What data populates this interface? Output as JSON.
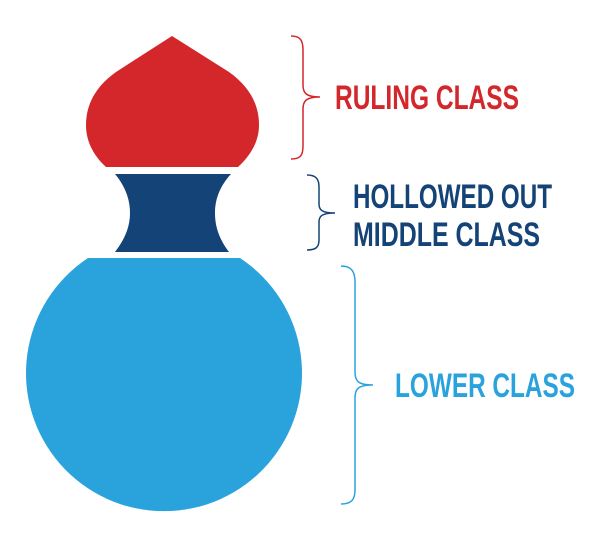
{
  "colors": {
    "ruling": "#d3272b",
    "middle": "#144377",
    "lower": "#2aa3dd"
  },
  "labels": {
    "ruling": "RULING CLASS",
    "middle_line1": "HOLLOWED OUT",
    "middle_line2": "MIDDLE CLASS",
    "lower": "LOWER CLASS"
  }
}
